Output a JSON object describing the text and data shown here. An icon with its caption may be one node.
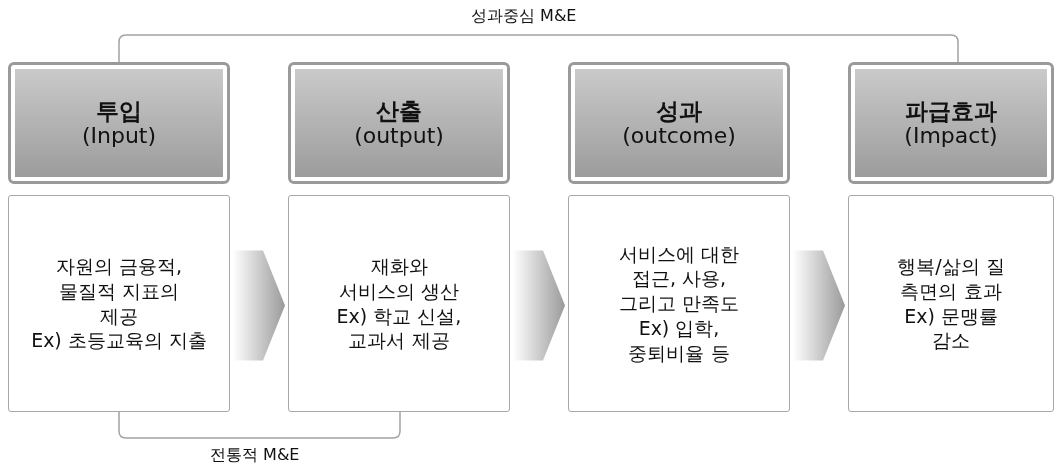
{
  "diagram": {
    "nodes": [
      {
        "text": [
          "투입",
          "(Input)"
        ]
      },
      {
        "text": [
          "산출",
          "(output)"
        ]
      },
      {
        "text": [
          "성과",
          "(outcome)"
        ]
      },
      {
        "text": [
          "파급효과",
          "(Impact)"
        ]
      },
      {
        "text": [
          "자원의 금융적, 물질적 지표의 제공",
          "Ex) 초등교육의 지출"
        ]
      },
      {
        "text": [
          "재화와 서비스의 생산",
          "Ex) 학교 신설, 교과서 제공"
        ]
      },
      {
        "text": [
          "서비스에 대한 접근, 사용, 그리고 만족도",
          "Ex) 입학, 중퇴비율 등"
        ]
      },
      {
        "text": [
          "행복/삶의 질 측면의 효과",
          "Ex) 문맹률 감소"
        ]
      }
    ],
    "edges": [
      {
        "from": 4,
        "to": 5,
        "arrow": "to"
      },
      {
        "from": 5,
        "to": 6,
        "arrow": "to"
      },
      {
        "from": 6,
        "to": 7,
        "arrow": "to"
      }
    ],
    "labels": [
      "성과중심 M&E",
      "전통적 M&E"
    ]
  }
}
